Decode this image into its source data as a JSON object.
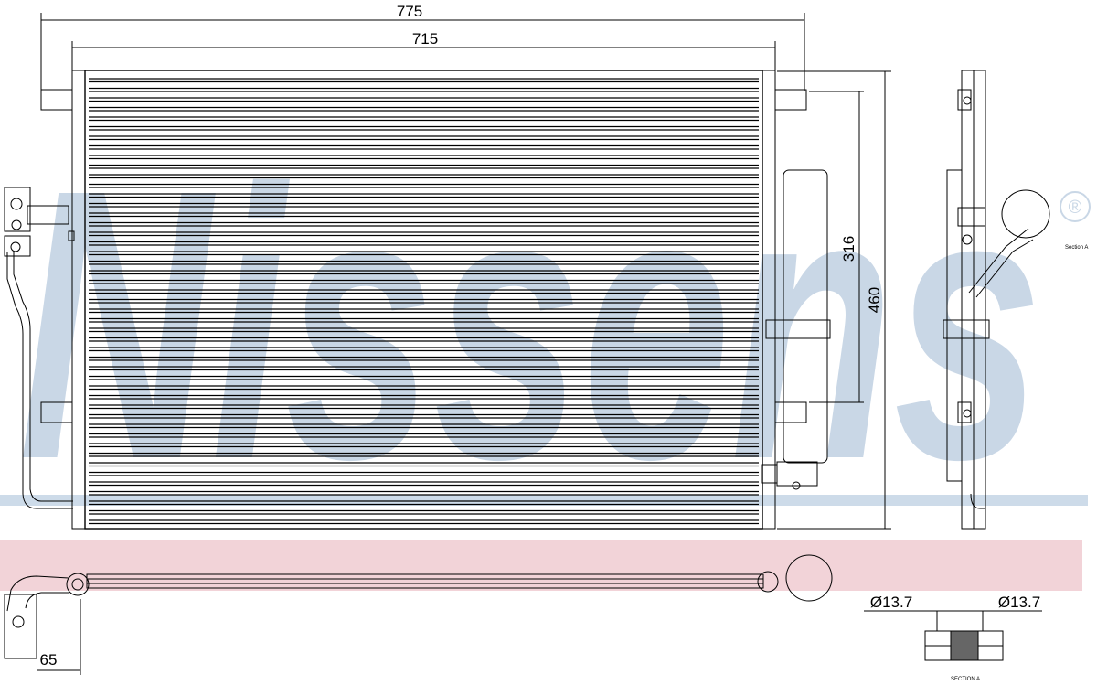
{
  "brand": {
    "watermark_text": "Nissens",
    "registered_mark": "®",
    "watermark_color": "#c9d7e6",
    "band_blue": "#cddbe9",
    "band_pink": "#f2d3d8"
  },
  "dimensions": {
    "overall_width": "775",
    "core_width": "715",
    "overall_height": "460",
    "receiver_height": "316",
    "fitting_offset": "65",
    "pipe_diameter_left": "Ø13.7",
    "pipe_diameter_right": "Ø13.7"
  },
  "labels": {
    "section_a_side": "Section A",
    "section_a_bottom": "SECTION A"
  }
}
